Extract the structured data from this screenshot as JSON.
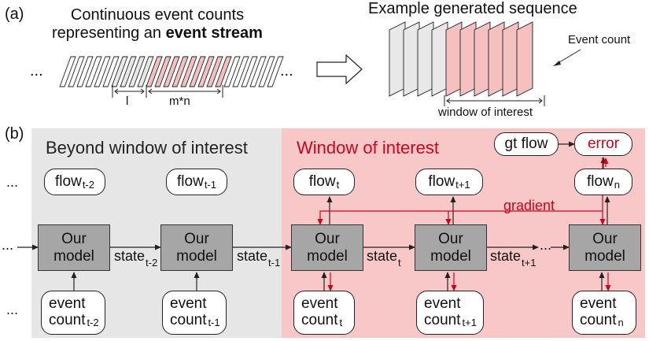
{
  "panel_a": {
    "label": "(a)",
    "title_line1": "Continuous event counts",
    "title_line2_pre": "representing an ",
    "title_line2_bold": "event stream",
    "ellipsis": "...",
    "bracket_l": "l",
    "bracket_mn": "m*n",
    "example_title": "Example generated sequence",
    "event_count_label": "Event count",
    "window_label": "window of interest"
  },
  "panel_b": {
    "label": "(b)",
    "beyond_title": "Beyond window of interest",
    "window_title": "Window of interest",
    "ellipsis": "...",
    "flows": [
      {
        "text": "flow",
        "sub": "t-2"
      },
      {
        "text": "flow",
        "sub": "t-1"
      },
      {
        "text": "flow",
        "sub": "t"
      },
      {
        "text": "flow",
        "sub": "t+1"
      },
      {
        "text": "flow",
        "sub": "n"
      }
    ],
    "model_line1": "Our",
    "model_line2": "model",
    "states": [
      {
        "text": "state",
        "sub": "t-2"
      },
      {
        "text": "state",
        "sub": "t-1"
      },
      {
        "text": "state",
        "sub": "t"
      },
      {
        "text": "state",
        "sub": "t+1"
      }
    ],
    "events": [
      {
        "line1": "event",
        "line2": "count",
        "sub": "t-2"
      },
      {
        "line1": "event",
        "line2": "count",
        "sub": "t-1"
      },
      {
        "line1": "event",
        "line2": "count",
        "sub": "t"
      },
      {
        "line1": "event",
        "line2": "count",
        "sub": "t+1"
      },
      {
        "line1": "event",
        "line2": "count",
        "sub": "n"
      }
    ],
    "gt_flow": "gt flow",
    "error": "error",
    "gradient": "gradient"
  },
  "colors": {
    "gray_region": "#e6e6e6",
    "pink_region": "#f8c8c8",
    "model_fill": "#a6a6a6",
    "red": "#d0021b",
    "frame_pink": "#f4c0c0",
    "frame_gray": "#e8e8e8"
  }
}
